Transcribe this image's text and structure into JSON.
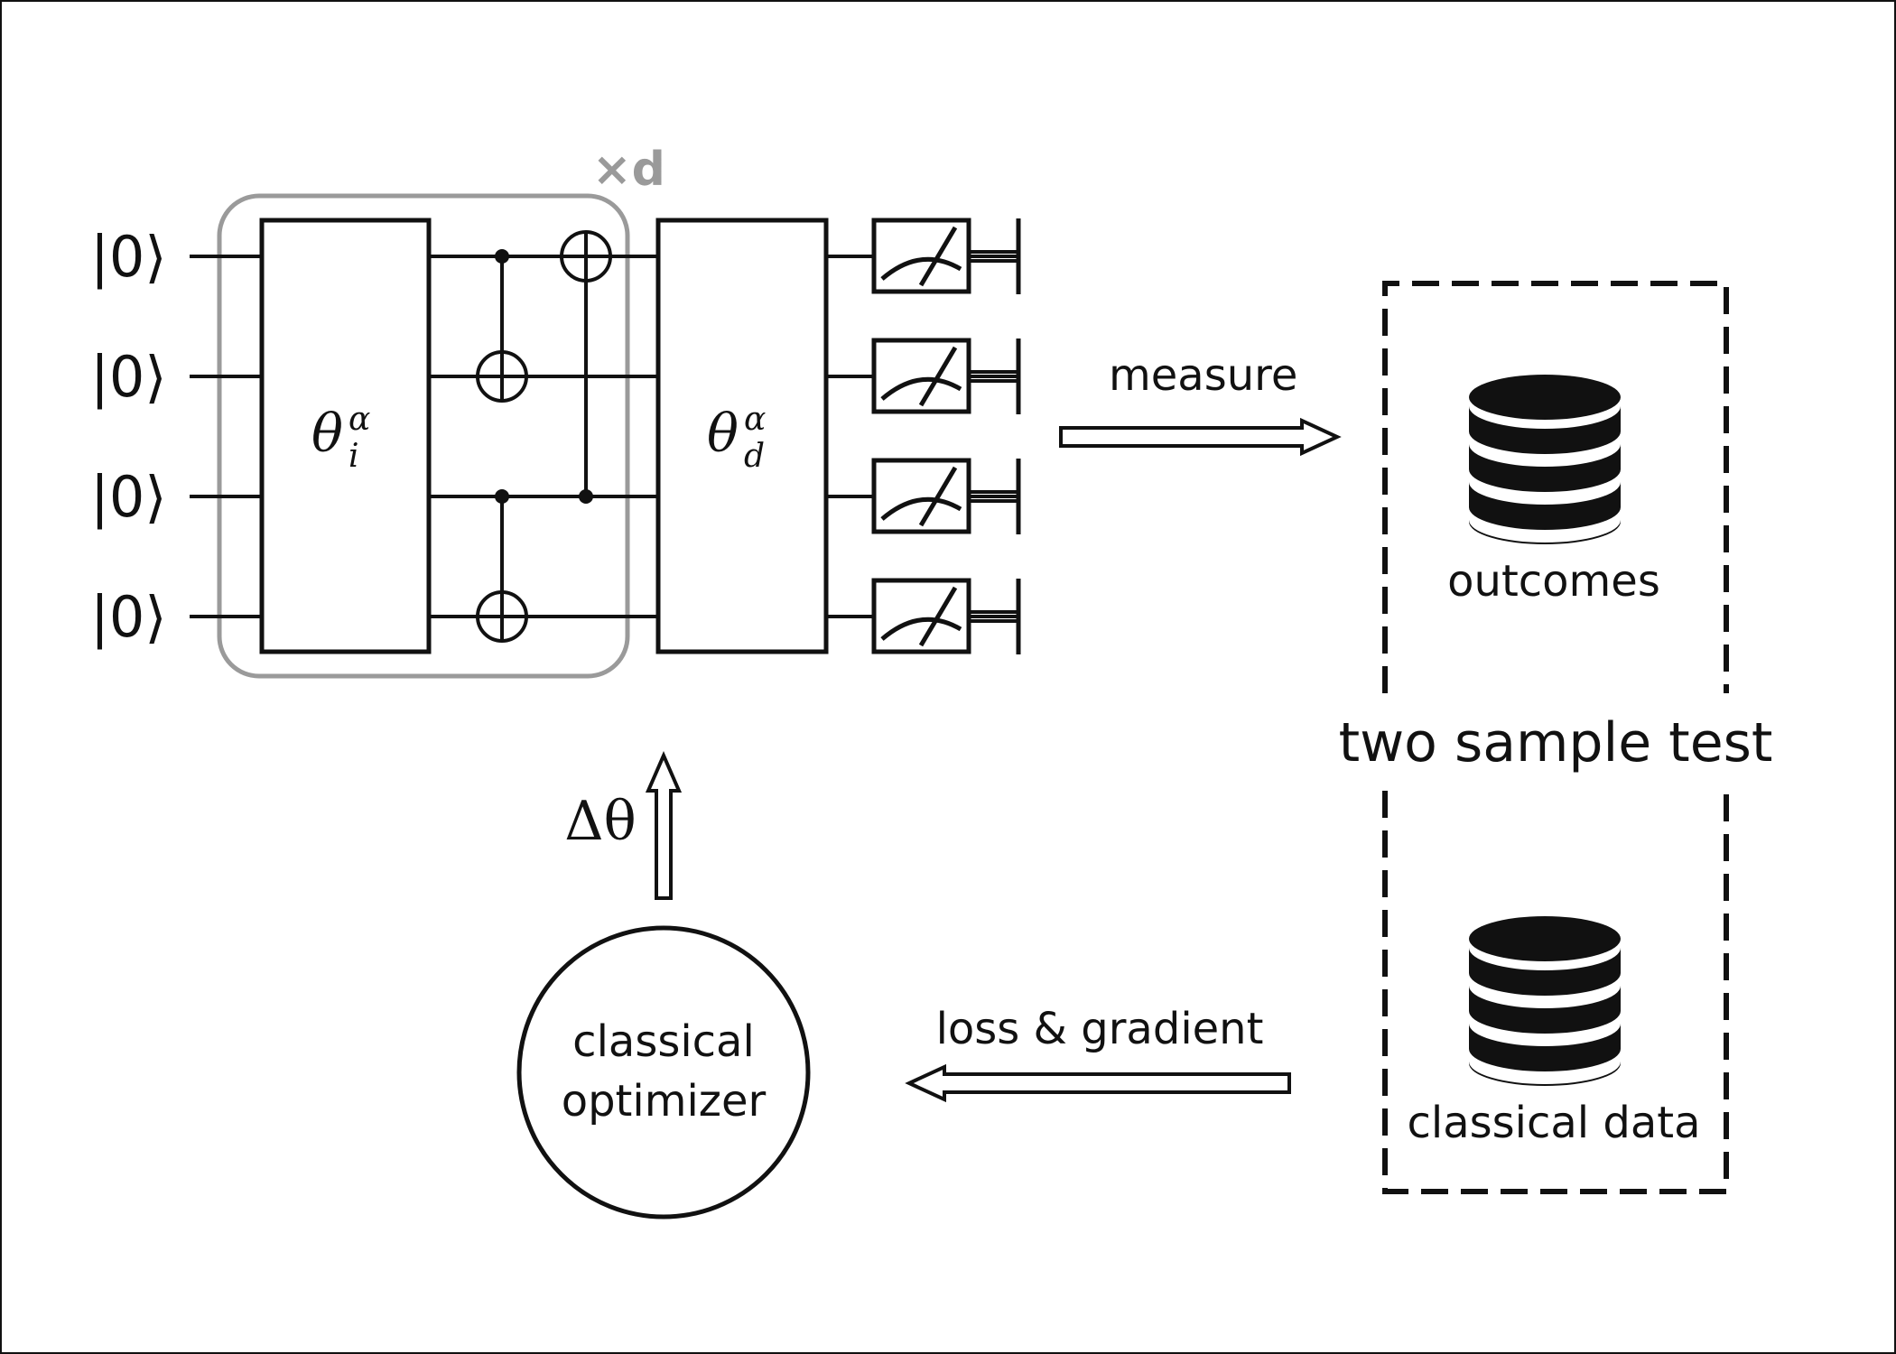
{
  "circuit": {
    "qubit_labels": [
      "|0⟩",
      "|0⟩",
      "|0⟩",
      "|0⟩"
    ],
    "repeat_label": "×d",
    "first_gate": {
      "symbol": "θ",
      "superscript": "α",
      "subscript": "i"
    },
    "second_gate": {
      "symbol": "θ",
      "superscript": "α",
      "subscript": "d"
    }
  },
  "measure_label": "measure",
  "test_box": {
    "title": "two sample test",
    "top_store_label": "outcomes",
    "bottom_store_label": "classical data"
  },
  "loss_label": "loss & gradient",
  "optimizer": {
    "line1": "classical",
    "line2": "optimizer"
  },
  "update_label": "Δθ",
  "colors": {
    "ink": "#111111",
    "repeat_box": "#9a9a9a",
    "background": "#ffffff"
  },
  "icons": [
    "measurement-meter-icon",
    "database-icon",
    "cnot-target-icon",
    "control-dot-icon",
    "hollow-arrow-icon"
  ]
}
